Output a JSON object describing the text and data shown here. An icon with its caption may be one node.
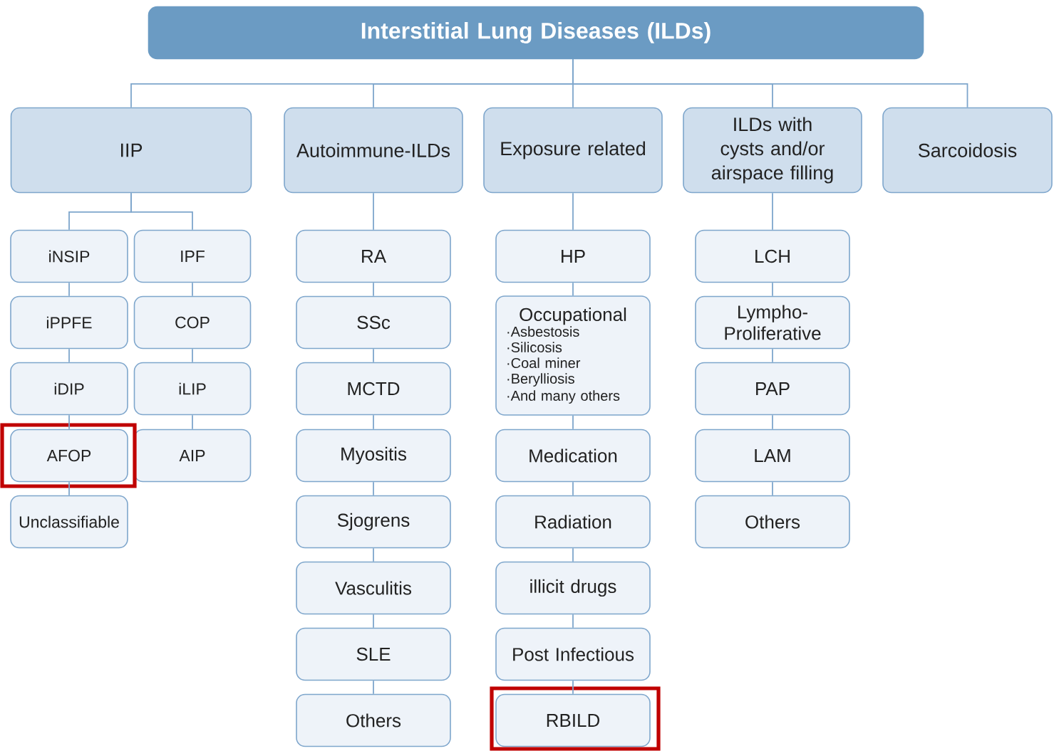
{
  "diagram": {
    "nodes": [
      {
        "text": [
          "Interstitial Lung Diseases (ILDs)"
        ]
      },
      {
        "text": [
          "IIP"
        ]
      },
      {
        "text": [
          "Autoimmune-ILDs"
        ]
      },
      {
        "text": [
          "Exposure related"
        ]
      },
      {
        "text": [
          "ILDs with cysts and/or airspace filling"
        ]
      },
      {
        "text": [
          "Sarcoidosis"
        ]
      },
      {
        "text": [
          "iNSIP"
        ]
      },
      {
        "text": [
          "IPF"
        ]
      },
      {
        "text": [
          "iPPFE"
        ]
      },
      {
        "text": [
          "COP"
        ]
      },
      {
        "text": [
          "iDIP"
        ]
      },
      {
        "text": [
          "iLIP"
        ]
      },
      {
        "text": [
          "AFOP"
        ]
      },
      {
        "text": [
          "AIP"
        ]
      },
      {
        "text": [
          "Unclassifiable"
        ]
      },
      {
        "text": [
          "RA"
        ]
      },
      {
        "text": [
          "SSc"
        ]
      },
      {
        "text": [
          "MCTD"
        ]
      },
      {
        "text": [
          "Myositis"
        ]
      },
      {
        "text": [
          "Sjogrens"
        ]
      },
      {
        "text": [
          "Vasculitis"
        ]
      },
      {
        "text": [
          "SLE"
        ]
      },
      {
        "text": [
          "Others"
        ]
      },
      {
        "text": [
          "HP"
        ]
      },
      {
        "text": [
          "Occupational",
          "·Asbestosis",
          "·Silicosis",
          "·Coal miner",
          "·Berylliosis",
          "·And many others"
        ]
      },
      {
        "text": [
          "Medication"
        ]
      },
      {
        "text": [
          "Radiation"
        ]
      },
      {
        "text": [
          "illicit drugs"
        ]
      },
      {
        "text": [
          "Post Infectious"
        ]
      },
      {
        "text": [
          "RBILD"
        ]
      },
      {
        "text": [
          "LCH"
        ]
      },
      {
        "text": [
          "Lympho- Proliferative"
        ]
      },
      {
        "text": [
          "PAP"
        ]
      },
      {
        "text": [
          "LAM"
        ]
      },
      {
        "text": [
          "Others"
        ]
      }
    ],
    "edges": [
      {
        "from": 0,
        "to": 1,
        "arrow": "none"
      },
      {
        "from": 0,
        "to": 2,
        "arrow": "none"
      },
      {
        "from": 0,
        "to": 3,
        "arrow": "none"
      },
      {
        "from": 0,
        "to": 4,
        "arrow": "none"
      },
      {
        "from": 0,
        "to": 5,
        "arrow": "none"
      },
      {
        "from": 1,
        "to": 6,
        "arrow": "none"
      },
      {
        "from": 1,
        "to": 7,
        "arrow": "none"
      },
      {
        "from": 6,
        "to": 8,
        "arrow": "none"
      },
      {
        "from": 8,
        "to": 10,
        "arrow": "none"
      },
      {
        "from": 10,
        "to": 12,
        "arrow": "none"
      },
      {
        "from": 12,
        "to": 14,
        "arrow": "none"
      },
      {
        "from": 7,
        "to": 9,
        "arrow": "none"
      },
      {
        "from": 9,
        "to": 11,
        "arrow": "none"
      },
      {
        "from": 11,
        "to": 13,
        "arrow": "none"
      },
      {
        "from": 2,
        "to": 15,
        "arrow": "none"
      },
      {
        "from": 15,
        "to": 16,
        "arrow": "none"
      },
      {
        "from": 16,
        "to": 17,
        "arrow": "none"
      },
      {
        "from": 17,
        "to": 18,
        "arrow": "none"
      },
      {
        "from": 18,
        "to": 19,
        "arrow": "none"
      },
      {
        "from": 19,
        "to": 20,
        "arrow": "none"
      },
      {
        "from": 20,
        "to": 21,
        "arrow": "none"
      },
      {
        "from": 21,
        "to": 22,
        "arrow": "none"
      },
      {
        "from": 3,
        "to": 23,
        "arrow": "none"
      },
      {
        "from": 23,
        "to": 24,
        "arrow": "none"
      },
      {
        "from": 24,
        "to": 25,
        "arrow": "none"
      },
      {
        "from": 25,
        "to": 26,
        "arrow": "none"
      },
      {
        "from": 26,
        "to": 27,
        "arrow": "none"
      },
      {
        "from": 27,
        "to": 28,
        "arrow": "none"
      },
      {
        "from": 28,
        "to": 29,
        "arrow": "none"
      },
      {
        "from": 4,
        "to": 30,
        "arrow": "none"
      },
      {
        "from": 30,
        "to": 31,
        "arrow": "none"
      },
      {
        "from": 31,
        "to": 32,
        "arrow": "none"
      },
      {
        "from": 32,
        "to": 33,
        "arrow": "none"
      },
      {
        "from": 33,
        "to": 34,
        "arrow": "none"
      }
    ]
  }
}
